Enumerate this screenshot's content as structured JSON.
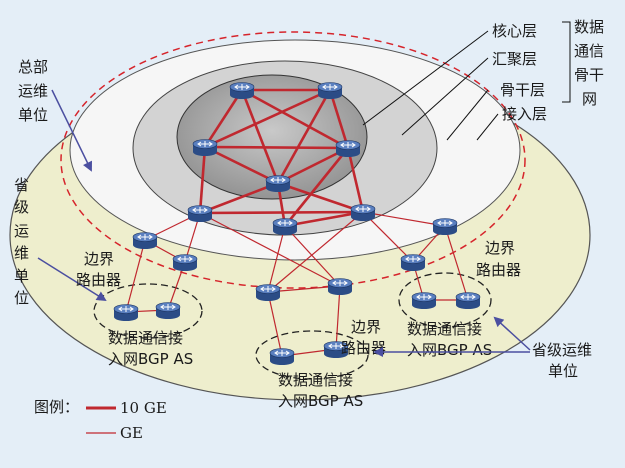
{
  "layers": {
    "core": "核心层",
    "aggregation": "汇聚层",
    "backbone": "骨干层",
    "access": "接入层",
    "group_label": [
      "数据",
      "通信",
      "骨干",
      "网"
    ]
  },
  "labels": {
    "hq_unit": [
      "总部",
      "运维",
      "单位"
    ],
    "prov_unit_left": [
      "省",
      "级",
      "运",
      "维",
      "单",
      "位"
    ],
    "border_router_left": [
      "边界",
      "路由器"
    ],
    "border_router_center": [
      "边界",
      "路由器"
    ],
    "border_router_right": [
      "边界",
      "路由器"
    ],
    "as_left": [
      "数据通信接",
      "入网BGP AS"
    ],
    "as_center": [
      "数据通信接",
      "入网BGP AS"
    ],
    "as_right": [
      "数据通信接",
      "入网BGP AS"
    ],
    "prov_unit_right": [
      "省级运维",
      "单位"
    ]
  },
  "legend": {
    "title": "图例：",
    "thick": "10 GE",
    "thin": "GE"
  },
  "colors": {
    "link": "#c0282f",
    "router_body": "#2b4c86",
    "router_top": "#5a7fbf",
    "arrow": "#4b4fa0",
    "background": "#e4eef7"
  }
}
